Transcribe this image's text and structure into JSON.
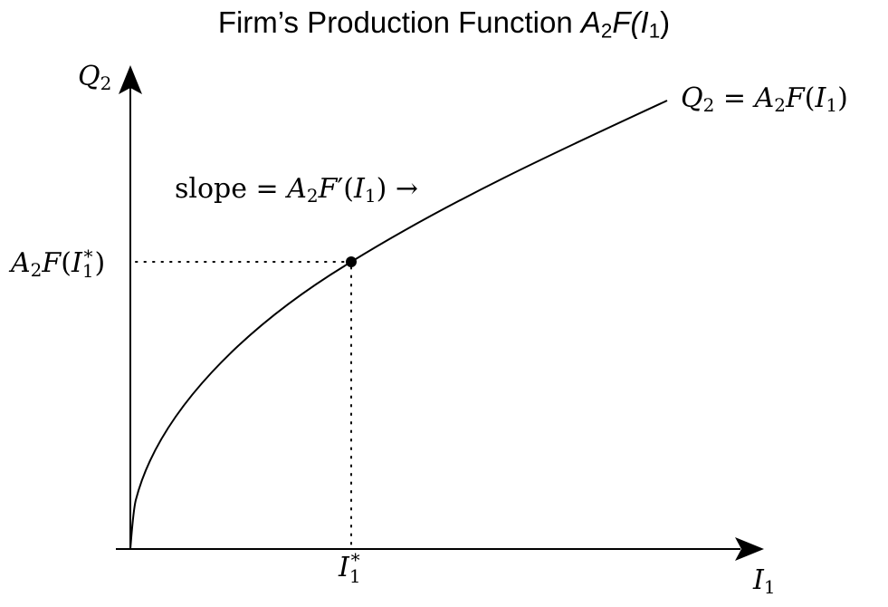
{
  "title": {
    "prefix": "Firm’s Production Function ",
    "func": "A",
    "func_sub": "2",
    "func_rest": "F(",
    "arg": "I",
    "arg_sub": "1",
    "close": ")"
  },
  "axes": {
    "y_label": "Q",
    "y_label_sub": "2",
    "x_label": "I",
    "x_label_sub": "1"
  },
  "curve": {
    "label_lhs": "Q",
    "label_lhs_sub": "2",
    "label_eq": " = ",
    "label_A": "A",
    "label_A_sub": "2",
    "label_F": "F",
    "label_paren_open": "(",
    "label_I": "I",
    "label_I_sub": "1",
    "label_paren_close": ")"
  },
  "slope_annotation": {
    "word": "slope",
    "eq": " = ",
    "A": "A",
    "A_sub": "2",
    "F": "F",
    "prime": "′",
    "paren_open": "(",
    "I": "I",
    "I_sub": "1",
    "paren_close": ")",
    "arrow": " →"
  },
  "marked_point": {
    "y_tick_A": "A",
    "y_tick_A_sub": "2",
    "y_tick_F": "F",
    "y_tick_paren_open": "(",
    "y_tick_I": "I",
    "y_tick_I_sub": "1",
    "y_tick_I_sup": "*",
    "y_tick_paren_close": ")",
    "x_tick_I": "I",
    "x_tick_I_sub": "1",
    "x_tick_I_sup": "*"
  },
  "colors": {
    "ink": "#000000",
    "background": "#ffffff"
  }
}
